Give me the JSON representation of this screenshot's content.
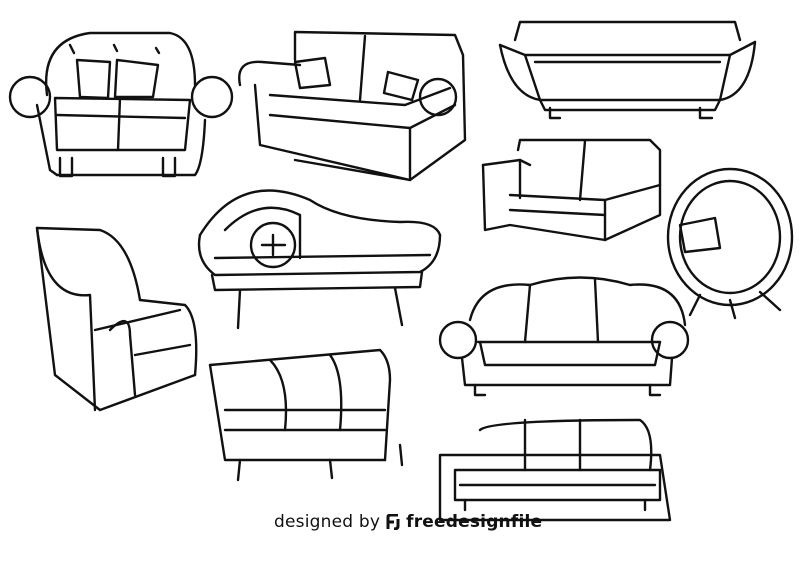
{
  "illustration": {
    "subject": "sofa line art collection",
    "items": [
      "tufted-loveseat",
      "rolled-arm-sofa",
      "modern-sofa",
      "small-sofa",
      "chaise-lounge",
      "wingback-armchair",
      "papasan-chair",
      "camelback-sofa",
      "three-seat-bench-sofa",
      "sofa-on-rug"
    ],
    "stroke_color": "#111111",
    "background": "#ffffff"
  },
  "credit": {
    "prefix": "designed by",
    "brand": "freedesignfile"
  }
}
